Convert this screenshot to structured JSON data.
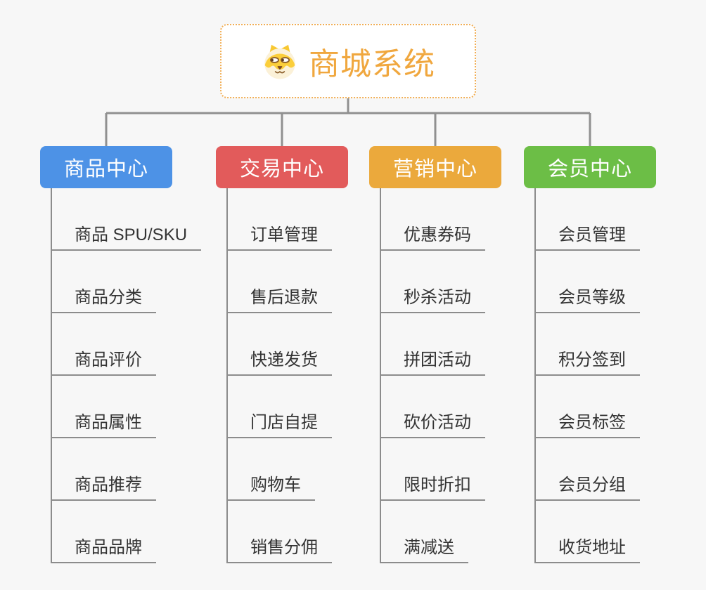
{
  "root": {
    "title": "商城系统",
    "icon": "dog-face-icon"
  },
  "colors": {
    "background": "#f7f7f7",
    "accent": "#f0a73e",
    "root_border": "#f1ae55",
    "connector_line": "#909090",
    "sub_line": "#8c8c8c",
    "leaf_text": "#333333"
  },
  "branches": [
    {
      "label": "商品中心",
      "color": "#4d92e6",
      "items": [
        "商品 SPU/SKU",
        "商品分类",
        "商品评价",
        "商品属性",
        "商品推荐",
        "商品品牌"
      ]
    },
    {
      "label": "交易中心",
      "color": "#e25b5b",
      "items": [
        "订单管理",
        "售后退款",
        "快递发货",
        "门店自提",
        "购物车",
        "销售分佣"
      ]
    },
    {
      "label": "营销中心",
      "color": "#eba93c",
      "items": [
        "优惠券码",
        "秒杀活动",
        "拼团活动",
        "砍价活动",
        "限时折扣",
        "满减送"
      ]
    },
    {
      "label": "会员中心",
      "color": "#6cbe46",
      "items": [
        "会员管理",
        "会员等级",
        "积分签到",
        "会员标签",
        "会员分组",
        "收货地址"
      ]
    }
  ]
}
